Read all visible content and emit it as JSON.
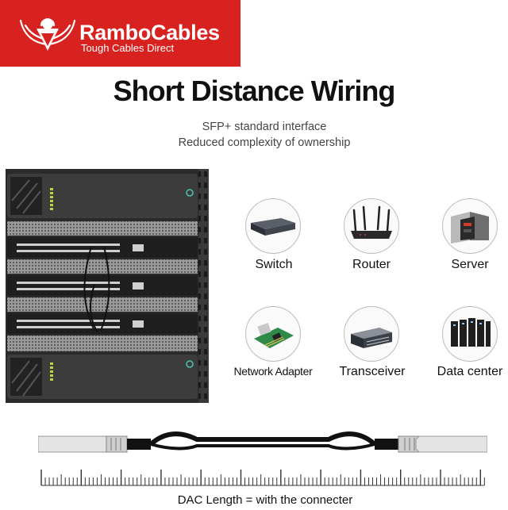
{
  "brand": {
    "name": "RamboCables",
    "tagline": "Tough Cables Direct",
    "color": "#d8221f"
  },
  "heading": {
    "title": "Short Distance Wiring",
    "subtitle_1": "SFP+ standard interface",
    "subtitle_2": "Reduced complexity of ownership"
  },
  "devices": [
    {
      "label": "Switch",
      "icon": "switch-icon"
    },
    {
      "label": "Router",
      "icon": "router-icon"
    },
    {
      "label": "Server",
      "icon": "server-icon"
    },
    {
      "label": "Network Adapter",
      "icon": "network-adapter-icon"
    },
    {
      "label": "Transceiver",
      "icon": "transceiver-icon"
    },
    {
      "label": "Data center",
      "icon": "data-center-icon"
    }
  ],
  "cable": {
    "caption": "DAC Length = with the connecter"
  }
}
